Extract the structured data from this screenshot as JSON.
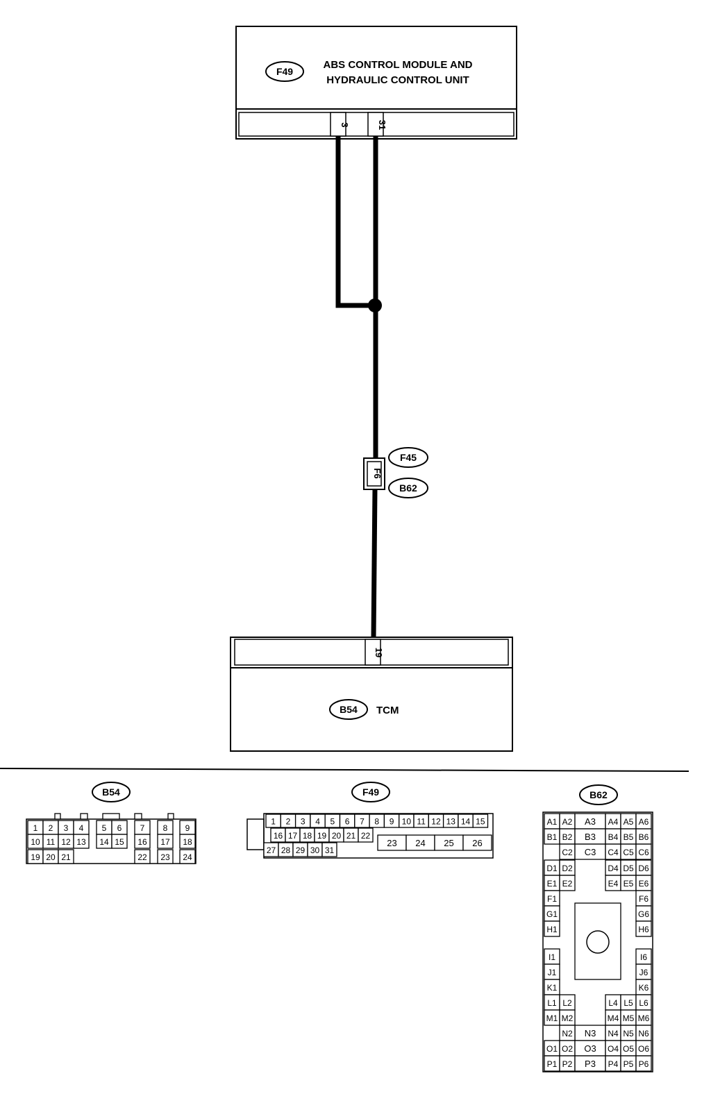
{
  "units": {
    "abs": {
      "code": "F49",
      "line1": "ABS CONTROL MODULE AND",
      "line2": "HYDRAULIC CONTROL UNIT",
      "pins": [
        "3",
        "31"
      ]
    },
    "tcm": {
      "code": "B54",
      "name": "TCM",
      "pins": [
        "19"
      ]
    }
  },
  "joint": {
    "pin": "F6",
    "codes": [
      "F45",
      "B62"
    ]
  },
  "connectors": {
    "b54": {
      "code": "B54",
      "row1": [
        "1",
        "2",
        "3",
        "4",
        "5",
        "6",
        "7",
        "8",
        "9"
      ],
      "row2": [
        "10",
        "11",
        "12",
        "13",
        "14",
        "15",
        "16",
        "17",
        "18"
      ],
      "row3": [
        "19",
        "20",
        "21",
        "22",
        "23",
        "24"
      ]
    },
    "f49": {
      "code": "F49",
      "row1": [
        "1",
        "2",
        "3",
        "4",
        "5",
        "6",
        "7",
        "8",
        "9",
        "10",
        "11",
        "12",
        "13",
        "14",
        "15"
      ],
      "row2a": [
        "16",
        "17",
        "18",
        "19",
        "20",
        "21",
        "22"
      ],
      "row2b": [
        "23",
        "24",
        "25",
        "26"
      ],
      "row3": [
        "27",
        "28",
        "29",
        "30",
        "31"
      ]
    },
    "b62": {
      "code": "B62",
      "cells": [
        "A1",
        "A2",
        "A3",
        "A4",
        "A5",
        "A6",
        "B1",
        "B2",
        "B3",
        "B4",
        "B5",
        "B6",
        "C2",
        "C3",
        "C4",
        "C5",
        "C6",
        "D1",
        "D2",
        "D4",
        "D5",
        "D6",
        "E1",
        "E2",
        "E4",
        "E5",
        "E6",
        "F1",
        "F6",
        "G1",
        "G6",
        "H1",
        "H6",
        "I1",
        "I6",
        "J1",
        "J6",
        "K1",
        "K6",
        "L1",
        "L2",
        "L4",
        "L5",
        "L6",
        "M1",
        "M2",
        "N3",
        "M4",
        "M5",
        "M6",
        "N2",
        "N4",
        "N5",
        "N6",
        "O1",
        "O2",
        "O3",
        "O4",
        "O5",
        "O6",
        "P1",
        "P2",
        "P3",
        "P4",
        "P5",
        "P6"
      ]
    }
  }
}
